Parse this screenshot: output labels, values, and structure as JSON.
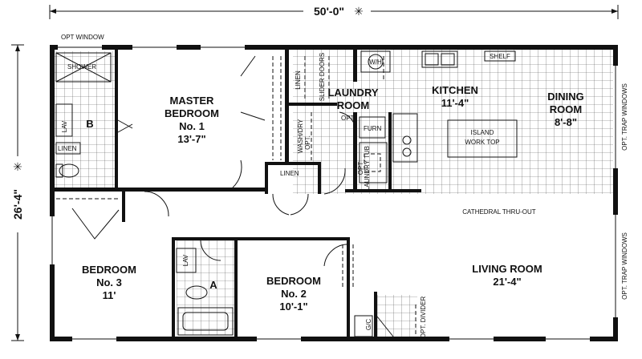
{
  "dimensions": {
    "width": "50'-0\"",
    "width_mark": "✳",
    "depth": "26'-4\"",
    "depth_mark": "✳"
  },
  "rooms": {
    "master_bedroom": {
      "line1": "MASTER",
      "line2": "BEDROOM",
      "line3": "No. 1",
      "size": "13'-7\""
    },
    "laundry": {
      "line1": "LAUNDRY",
      "line2": "ROOM"
    },
    "kitchen": {
      "name": "KITCHEN",
      "size": "11'-4\""
    },
    "dining": {
      "line1": "DINING",
      "line2": "ROOM",
      "size": "8'-8\""
    },
    "bath_b": {
      "letter": "B"
    },
    "bath_a": {
      "letter": "A"
    },
    "bedroom3": {
      "line1": "BEDROOM",
      "line2": "No. 3",
      "size": "11'"
    },
    "bedroom2": {
      "line1": "BEDROOM",
      "line2": "No. 2",
      "size": "10'-1\""
    },
    "living": {
      "name": "LIVING ROOM",
      "size": "21'-4\""
    }
  },
  "labels": {
    "opt_window": "OPT WINDOW",
    "shower": "SHOWER",
    "lav": "LAV",
    "linen": "LINEN",
    "wh": "W/H",
    "shelf": "SHELF",
    "slider_doors": "SLIDER DOORS",
    "wash_dry": "WASH/DRY",
    "opt": "OPT.",
    "opt_plain": "OPT",
    "furn": "FURN",
    "laundry_tub": "LAUNDRY TUB",
    "island_line1": "ISLAND",
    "island_line2": "WORK TOP",
    "cathedral": "CATHEDRAL THRU-OUT",
    "opt_trap_windows": "OPT. TRAP WINDOWS",
    "gc": "G/C",
    "opt_divider": "OPT. DIVIDER"
  }
}
